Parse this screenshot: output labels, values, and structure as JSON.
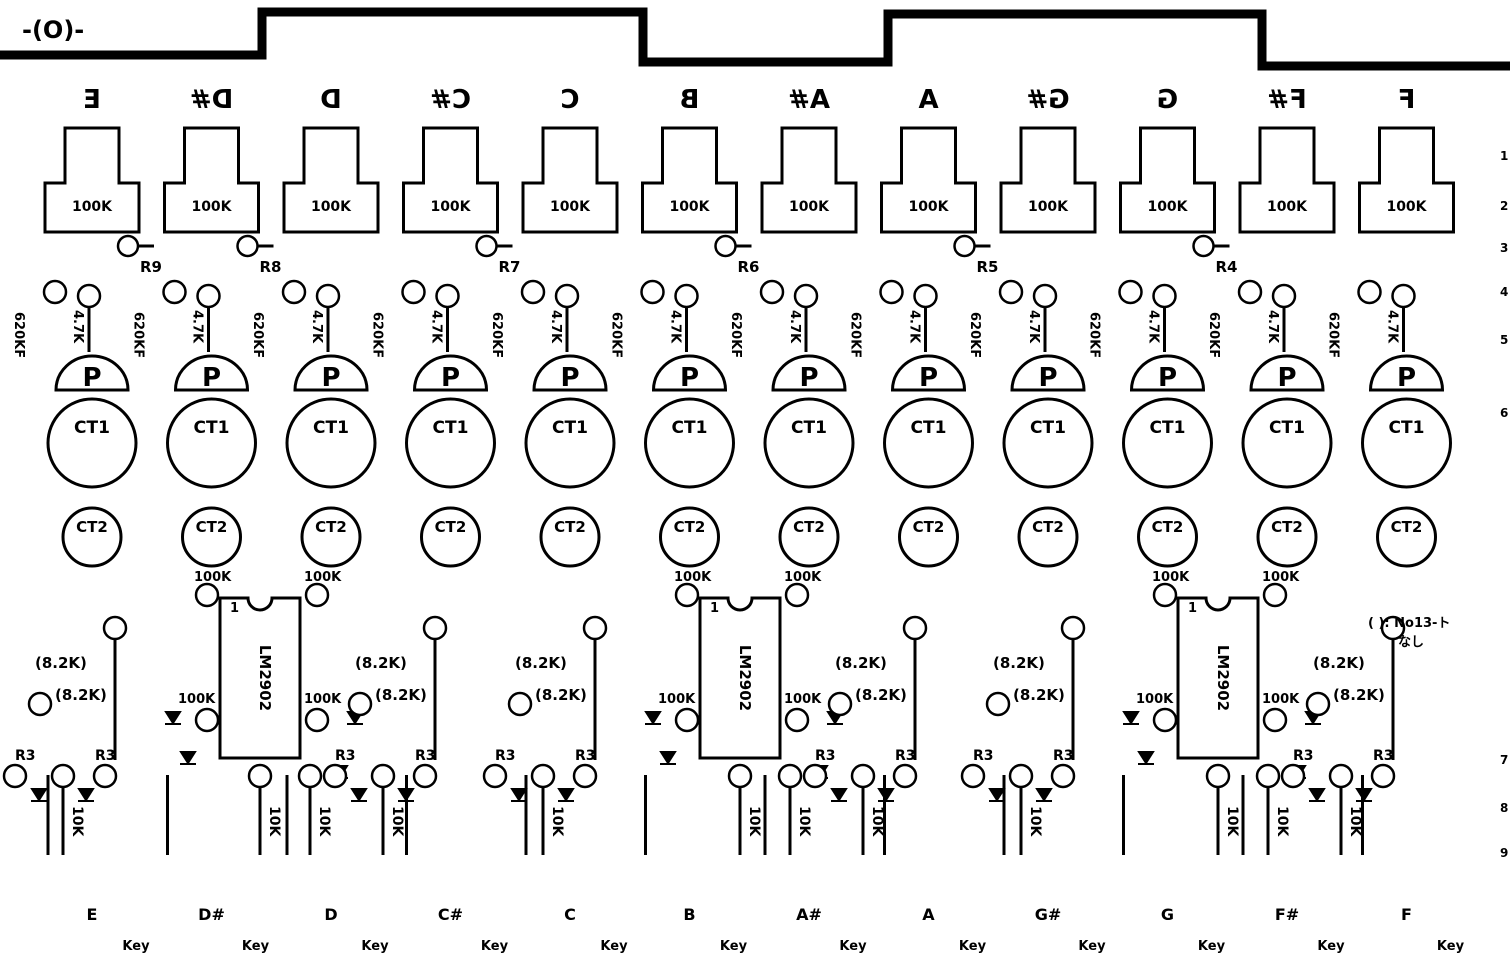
{
  "top_mark": "-(O)-",
  "notes": {
    "brackets": "( ): No13-ト",
    "brackets_line2": "なし",
    "right_edge_numbers": [
      "1",
      "2",
      "3",
      "4",
      "5",
      "6",
      "7",
      "8",
      "9"
    ]
  },
  "channels": [
    {
      "note": "E",
      "pot": "100K",
      "cap": "620KF",
      "res": "4.7K",
      "pad": "P",
      "ct1": "CT1",
      "ct2": "CT2",
      "rlabel": "R9",
      "bottom_note": "E",
      "bottom_key": "Key"
    },
    {
      "note": "D#",
      "pot": "100K",
      "cap": "620KF",
      "res": "4.7K",
      "pad": "P",
      "ct1": "CT1",
      "ct2": "CT2",
      "rlabel": "R8",
      "bottom_note": "D#",
      "bottom_key": "Key"
    },
    {
      "note": "D",
      "pot": "100K",
      "cap": "620KF",
      "res": "4.7K",
      "pad": "P",
      "ct1": "CT1",
      "ct2": "CT2",
      "rlabel": "",
      "bottom_note": "D",
      "bottom_key": "Key"
    },
    {
      "note": "C#",
      "pot": "100K",
      "cap": "620KF",
      "res": "4.7K",
      "pad": "P",
      "ct1": "CT1",
      "ct2": "CT2",
      "rlabel": "R7",
      "bottom_note": "C#",
      "bottom_key": "Key"
    },
    {
      "note": "C",
      "pot": "100K",
      "cap": "620KF",
      "res": "4.7K",
      "pad": "P",
      "ct1": "CT1",
      "ct2": "CT2",
      "rlabel": "",
      "bottom_note": "C",
      "bottom_key": "Key"
    },
    {
      "note": "B",
      "pot": "100K",
      "cap": "620KF",
      "res": "4.7K",
      "pad": "P",
      "ct1": "CT1",
      "ct2": "CT2",
      "rlabel": "R6",
      "bottom_note": "B",
      "bottom_key": "Key"
    },
    {
      "note": "A#",
      "pot": "100K",
      "cap": "620KF",
      "res": "4.7K",
      "pad": "P",
      "ct1": "CT1",
      "ct2": "CT2",
      "rlabel": "",
      "bottom_note": "A#",
      "bottom_key": "Key"
    },
    {
      "note": "A",
      "pot": "100K",
      "cap": "620KF",
      "res": "4.7K",
      "pad": "P",
      "ct1": "CT1",
      "ct2": "CT2",
      "rlabel": "R5",
      "bottom_note": "A",
      "bottom_key": "Key"
    },
    {
      "note": "G#",
      "pot": "100K",
      "cap": "620KF",
      "res": "4.7K",
      "pad": "P",
      "ct1": "CT1",
      "ct2": "CT2",
      "rlabel": "",
      "bottom_note": "G#",
      "bottom_key": "Key"
    },
    {
      "note": "G",
      "pot": "100K",
      "cap": "620KF",
      "res": "4.7K",
      "pad": "P",
      "ct1": "CT1",
      "ct2": "CT2",
      "rlabel": "R4",
      "bottom_note": "G",
      "bottom_key": "Key"
    },
    {
      "note": "F#",
      "pot": "100K",
      "cap": "620KF",
      "res": "4.7K",
      "pad": "P",
      "ct1": "CT1",
      "ct2": "CT2",
      "rlabel": "",
      "bottom_note": "F#",
      "bottom_key": "Key"
    },
    {
      "note": "F",
      "pot": "100K",
      "cap": "620KF",
      "res": "4.7K",
      "pad": "P",
      "ct1": "CT1",
      "ct2": "CT2",
      "rlabel": "",
      "bottom_note": "F",
      "bottom_key": "Key"
    }
  ],
  "ic_groups": [
    {
      "chip": "LM2902",
      "pin1": "1",
      "top_left": "100K",
      "top_right": "100K",
      "mid_left": "100K",
      "mid_right": "100K",
      "bot_left": "10K",
      "bot_right": "10K",
      "left_pair": {
        "r3": "R3",
        "r3b": "R3",
        "r82a": "(8.2K)",
        "r82b": "(8.2K)",
        "r10": "10K"
      },
      "right_pair": {
        "r3": "R3",
        "r3b": "R3",
        "r82a": "(8.2K)",
        "r82b": "(8.2K)",
        "r10": "10K"
      }
    },
    {
      "chip": "LM2902",
      "pin1": "1",
      "top_left": "100K",
      "top_right": "100K",
      "mid_left": "100K",
      "mid_right": "100K",
      "bot_left": "10K",
      "bot_right": "10K",
      "left_pair": {
        "r3": "R3",
        "r3b": "R3",
        "r82a": "(8.2K)",
        "r82b": "(8.2K)",
        "r10": "10K"
      },
      "right_pair": {
        "r3": "R3",
        "r3b": "R3",
        "r82a": "(8.2K)",
        "r82b": "(8.2K)",
        "r10": "10K"
      }
    },
    {
      "chip": "LM2902",
      "pin1": "1",
      "top_left": "100K",
      "top_right": "100K",
      "mid_left": "100K",
      "mid_right": "100K",
      "bot_left": "10K",
      "bot_right": "10K",
      "left_pair": {
        "r3": "R3",
        "r3b": "R3",
        "r82a": "(8.2K)",
        "r82b": "(8.2K)",
        "r10": "10K"
      },
      "right_pair": {
        "r3": "R3",
        "r3b": "R3",
        "r82a": "(8.2K)",
        "r82b": "(8.2K)",
        "r10": "10K"
      }
    }
  ]
}
